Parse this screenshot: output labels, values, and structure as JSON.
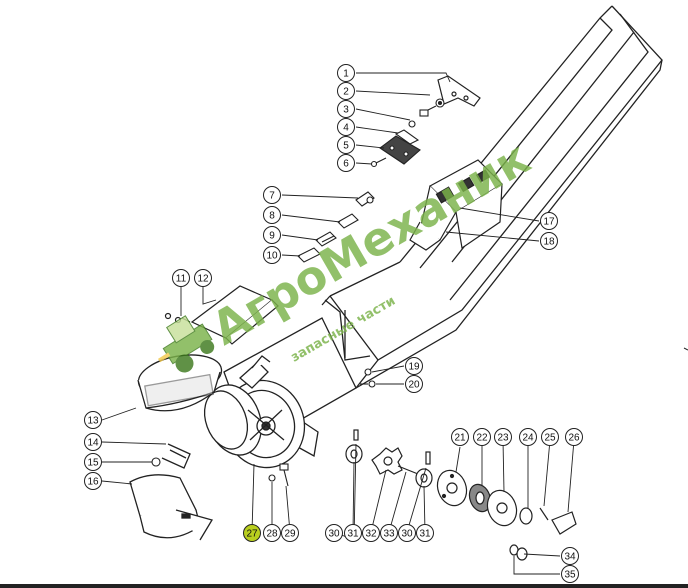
{
  "callouts": [
    {
      "id": "1",
      "label": "1"
    },
    {
      "id": "2",
      "label": "2"
    },
    {
      "id": "3",
      "label": "3"
    },
    {
      "id": "4",
      "label": "4"
    },
    {
      "id": "5",
      "label": "5"
    },
    {
      "id": "6",
      "label": "6"
    },
    {
      "id": "7",
      "label": "7"
    },
    {
      "id": "8",
      "label": "8"
    },
    {
      "id": "9",
      "label": "9"
    },
    {
      "id": "10",
      "label": "10"
    },
    {
      "id": "11",
      "label": "11"
    },
    {
      "id": "12",
      "label": "12"
    },
    {
      "id": "13",
      "label": "13"
    },
    {
      "id": "14",
      "label": "14"
    },
    {
      "id": "15",
      "label": "15"
    },
    {
      "id": "16",
      "label": "16"
    },
    {
      "id": "17",
      "label": "17"
    },
    {
      "id": "18",
      "label": "18"
    },
    {
      "id": "19",
      "label": "19"
    },
    {
      "id": "20",
      "label": "20"
    },
    {
      "id": "21",
      "label": "21"
    },
    {
      "id": "22",
      "label": "22"
    },
    {
      "id": "23",
      "label": "23"
    },
    {
      "id": "24",
      "label": "24"
    },
    {
      "id": "25",
      "label": "25"
    },
    {
      "id": "26",
      "label": "26"
    },
    {
      "id": "27",
      "label": "27"
    },
    {
      "id": "28",
      "label": "28"
    },
    {
      "id": "29",
      "label": "29"
    },
    {
      "id": "30a",
      "label": "30"
    },
    {
      "id": "31a",
      "label": "31"
    },
    {
      "id": "32",
      "label": "32"
    },
    {
      "id": "33",
      "label": "33"
    },
    {
      "id": "30b",
      "label": "30"
    },
    {
      "id": "31b",
      "label": "31"
    },
    {
      "id": "34",
      "label": "34"
    },
    {
      "id": "35",
      "label": "35"
    }
  ],
  "highlighted_callout": "27",
  "highlight_color": "#b9cf1f",
  "watermark": {
    "brand": "АгроМеханик",
    "tagline": "запасные части",
    "color": "#7bb34a",
    "icon": "tractor-icon"
  }
}
